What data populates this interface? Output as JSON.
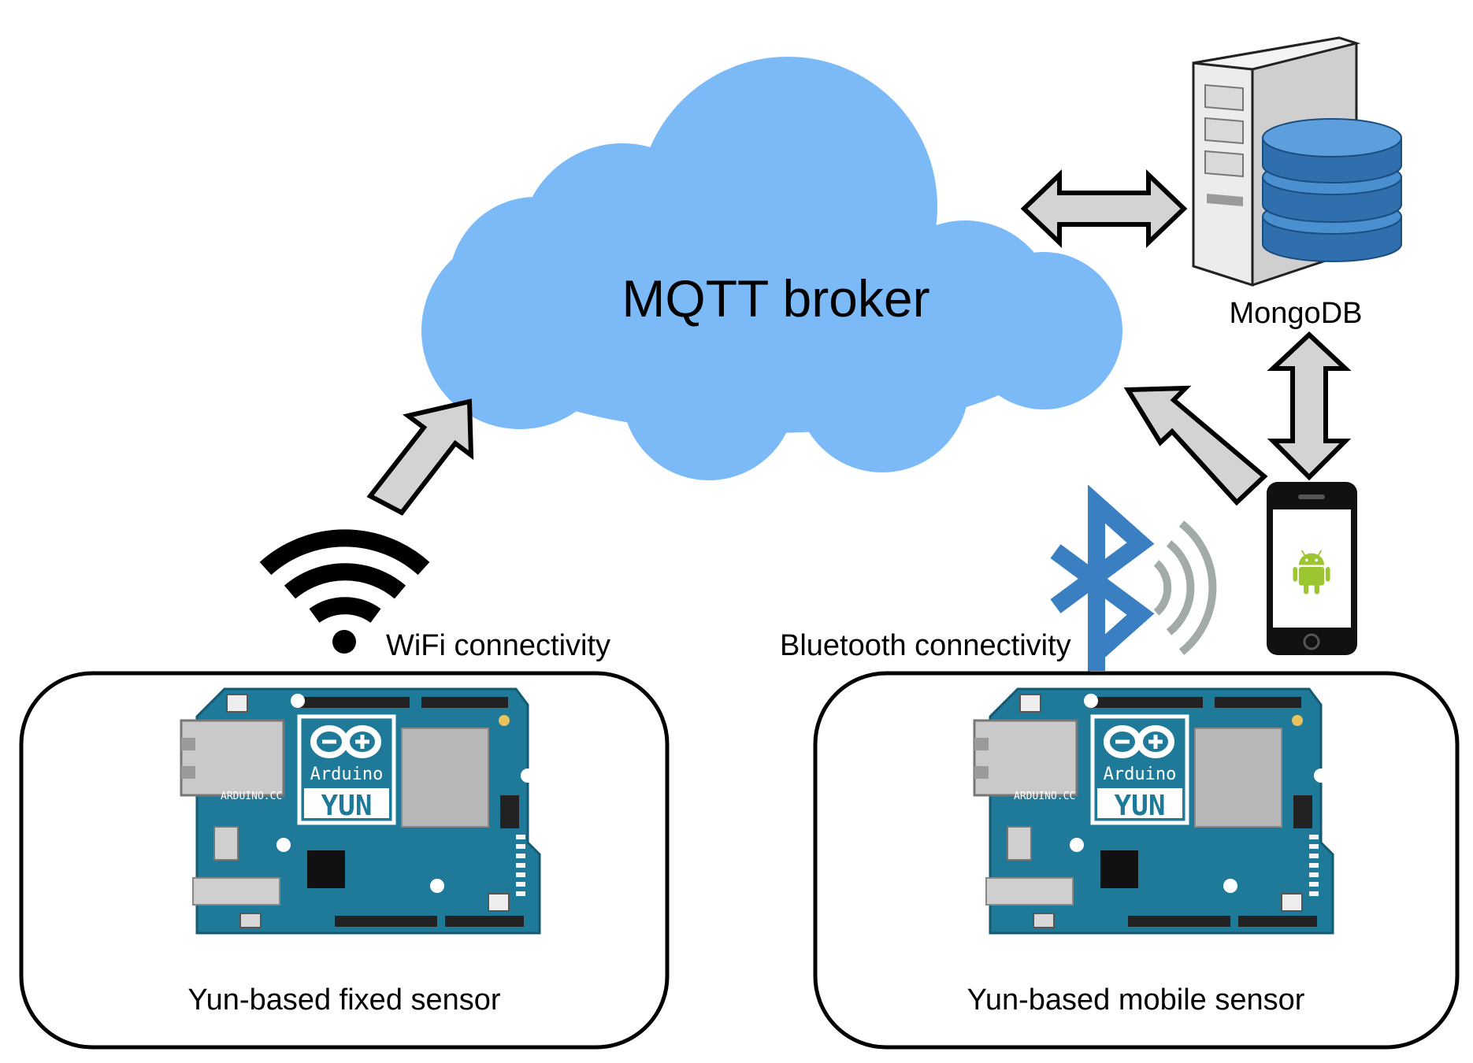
{
  "cloud": {
    "label": "MQTT broker",
    "color": "#7bbaf7"
  },
  "database": {
    "label": "MongoDB",
    "disk_color": "#2f6fae"
  },
  "wifi": {
    "label": "WiFi connectivity"
  },
  "bluetooth": {
    "label": "Bluetooth connectivity",
    "color": "#3a7fc1"
  },
  "fixed_sensor": {
    "label": "Yun-based fixed sensor",
    "board": {
      "brand": "Arduino",
      "model": "YUN",
      "site": "ARDUINO.CC"
    }
  },
  "mobile_sensor": {
    "label": "Yun-based mobile sensor",
    "board": {
      "brand": "Arduino",
      "model": "YUN",
      "site": "ARDUINO.CC"
    }
  },
  "colors": {
    "board": "#1f7a9a",
    "arrow_fill": "#d3d3d3",
    "android": "#9bc531"
  }
}
